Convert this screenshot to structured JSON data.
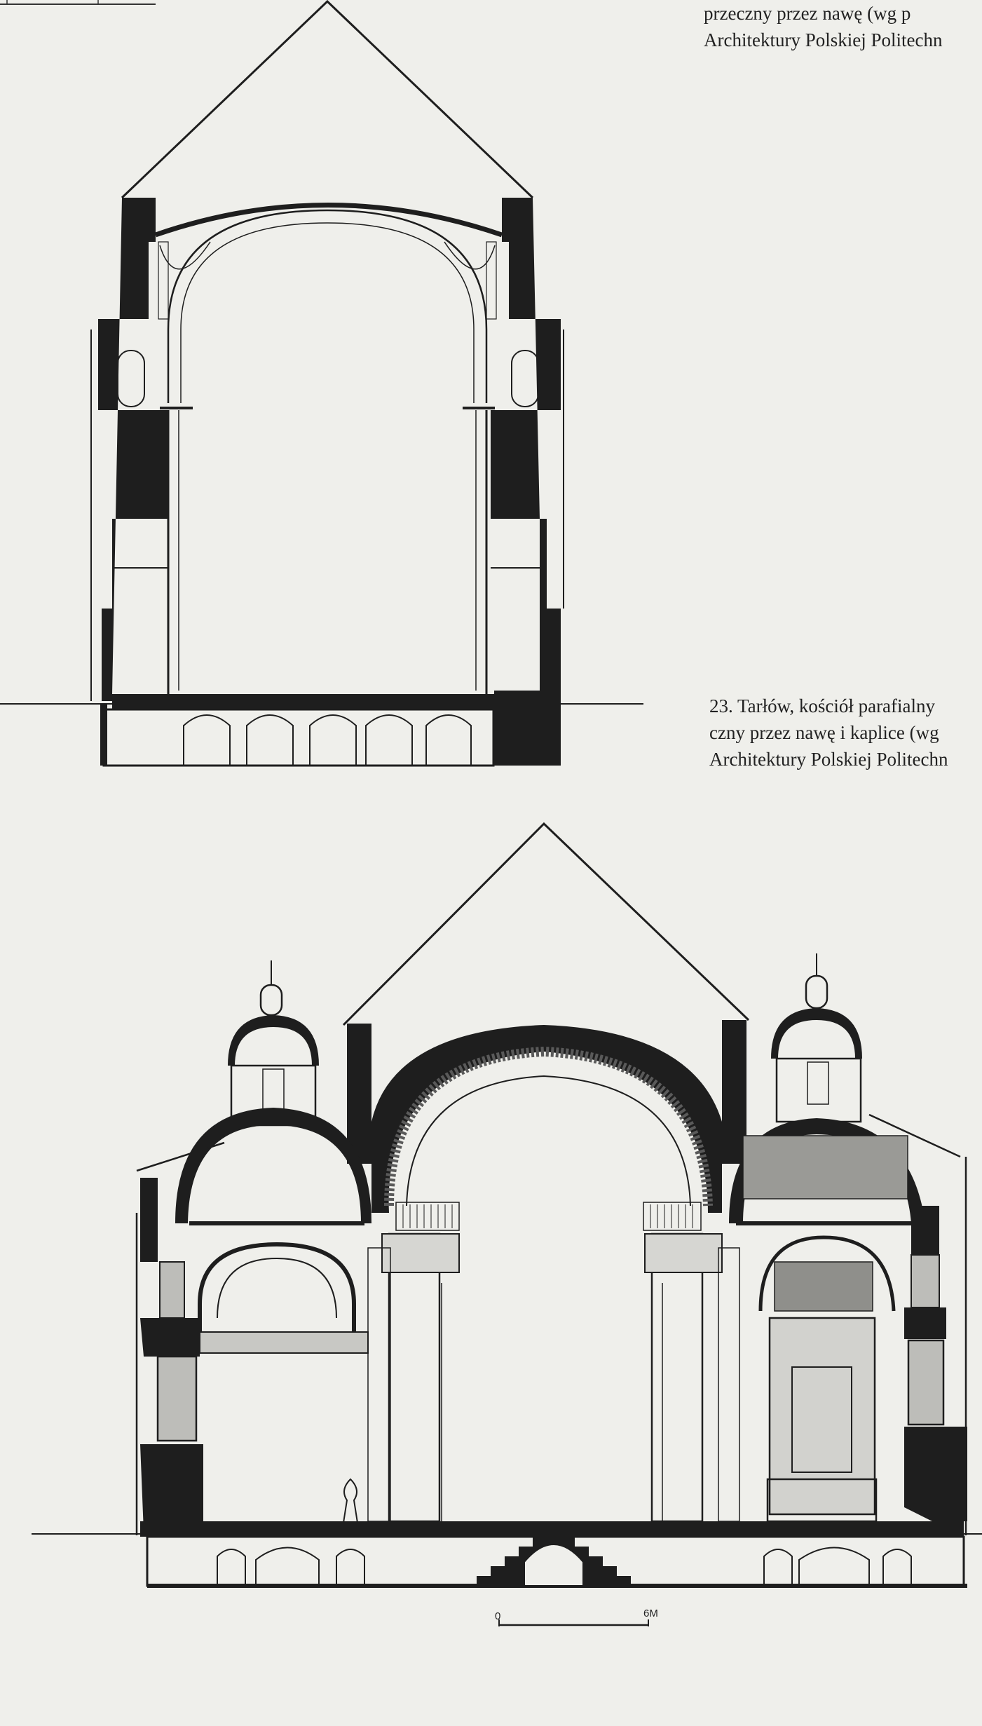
{
  "captions": {
    "caption_1": {
      "line_1": "przeczny przez nawę (wg p",
      "line_2": "Architektury Polskiej Politechn"
    },
    "caption_2": {
      "line_1": "23. Tarłów, kościół parafialny",
      "line_2": "czny przez nawę i kaplice (wg",
      "line_3": "Architektury Polskiej Politechn"
    }
  },
  "scale_bar": {
    "start_label": "0",
    "end_label": "6M"
  },
  "colors": {
    "paper": "#efefeb",
    "ink": "#1e1e1e"
  }
}
